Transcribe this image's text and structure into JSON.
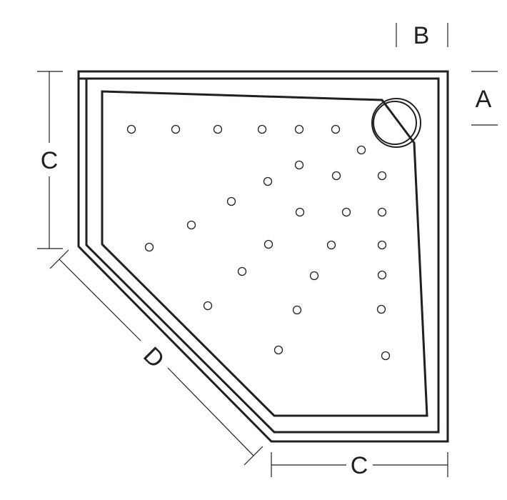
{
  "labels": {
    "a": "A",
    "b": "B",
    "c_left": "C",
    "c_bottom": "C",
    "d": "D"
  },
  "colors": {
    "line": "#231f20",
    "background": "#ffffff"
  }
}
